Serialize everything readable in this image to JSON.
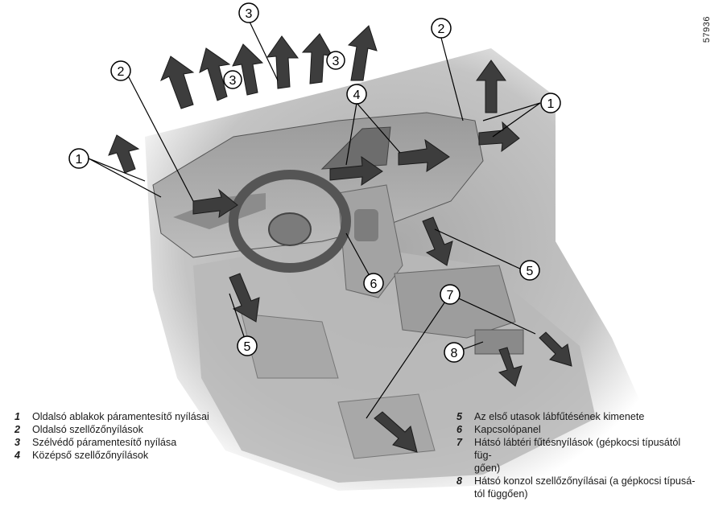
{
  "figure_id": "57936",
  "callout_labels": {
    "c1": "1",
    "c2": "2",
    "c3": "3",
    "c4": "4",
    "c5": "5",
    "c6": "6",
    "c7": "7",
    "c8": "8"
  },
  "legend": {
    "left": [
      {
        "num": "1",
        "text": "Oldalsó ablakok páramentesítő nyílásai"
      },
      {
        "num": "2",
        "text": "Oldalsó szellőzőnyílások"
      },
      {
        "num": "3",
        "text": "Szélvédő páramentesítő nyílása"
      },
      {
        "num": "4",
        "text": "Középső szellőzőnyílások"
      }
    ],
    "right": [
      {
        "num": "5",
        "text": "Az első utasok lábfűtésének kimenete"
      },
      {
        "num": "6",
        "text": "Kapcsolópanel"
      },
      {
        "num": "7",
        "text": "Hátsó lábtéri fűtésnyílások (gépkocsi típusától füg-\ngően)"
      },
      {
        "num": "8",
        "text": "Hátsó konzol szellőzőnyílásai (a gépkocsi típusá-\ntól függően)"
      }
    ]
  },
  "colors": {
    "background": "#ffffff",
    "interior_gray": "#b3b3b3",
    "dark_gray": "#7a7a7a",
    "arrow": "#3d3d3d",
    "line": "#000000"
  }
}
